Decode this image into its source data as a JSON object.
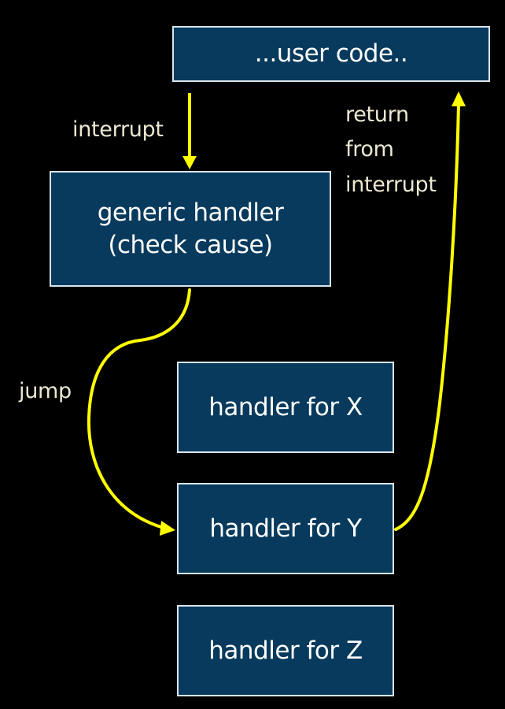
{
  "boxes": {
    "user_code": [
      "...user code.."
    ],
    "generic_handler": [
      "generic handler",
      "(check cause)"
    ],
    "handler_x": [
      "handler for X"
    ],
    "handler_y": [
      "handler for Y"
    ],
    "handler_z": [
      "handler for Z"
    ]
  },
  "labels": {
    "interrupt": "interrupt",
    "jump": "jump",
    "return_lines": [
      "return",
      "from",
      "interrupt"
    ]
  },
  "colors": {
    "background": "#000000",
    "box_fill": "#073a5c",
    "box_border": "#d9e4ec",
    "box_text": "#ffffff",
    "arrow": "#ffff00",
    "label_text": "#ece8d2"
  }
}
